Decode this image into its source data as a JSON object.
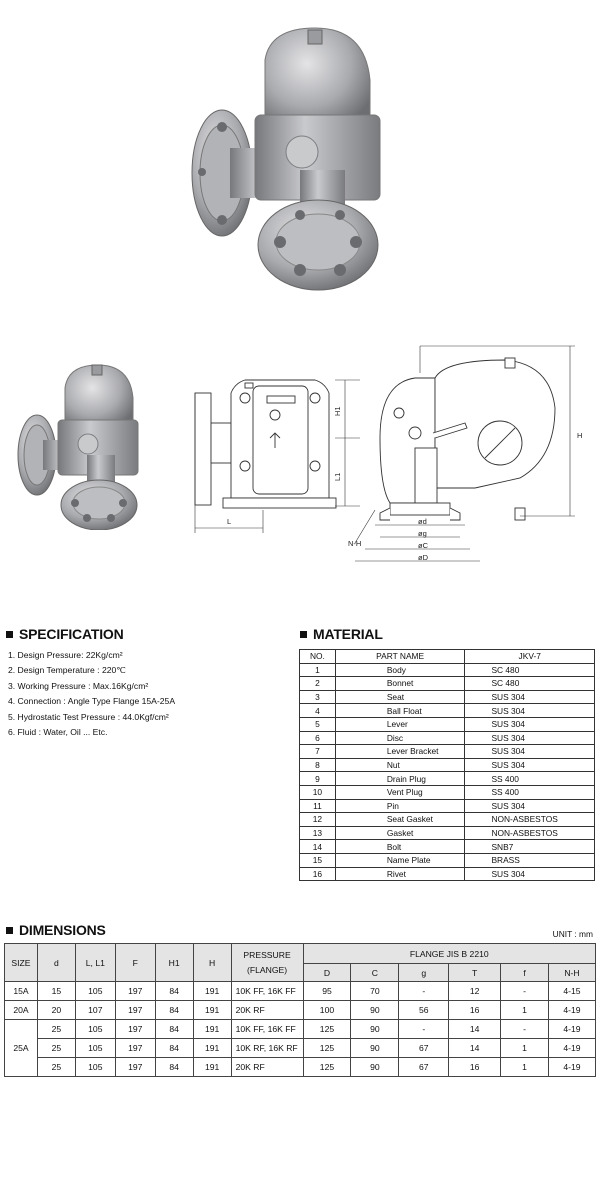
{
  "specification": {
    "title": "SPECIFICATION",
    "items": [
      "1. Design Pressure: 22Kg/cm²",
      "2. Design Temperature : 220℃",
      "3. Working Pressure : Max.16Kg/cm²",
      "4. Connection : Angle Type Flange 15A-25A",
      "5. Hydrostatic Test Pressure : 44.0Kgf/cm²",
      "6. Fluid : Water, Oil ... Etc."
    ]
  },
  "material": {
    "title": "MATERIAL",
    "headers": [
      "NO.",
      "PART NAME",
      "JKV-7"
    ],
    "rows": [
      [
        "1",
        "Body",
        "SC 480"
      ],
      [
        "2",
        "Bonnet",
        "SC 480"
      ],
      [
        "3",
        "Seat",
        "SUS 304"
      ],
      [
        "4",
        "Ball Float",
        "SUS 304"
      ],
      [
        "5",
        "Lever",
        "SUS 304"
      ],
      [
        "6",
        "Disc",
        "SUS 304"
      ],
      [
        "7",
        "Lever Bracket",
        "SUS 304"
      ],
      [
        "8",
        "Nut",
        "SUS 304"
      ],
      [
        "9",
        "Drain Plug",
        "SS 400"
      ],
      [
        "10",
        "Vent Plug",
        "SS 400"
      ],
      [
        "11",
        "Pin",
        "SUS 304"
      ],
      [
        "12",
        "Seat Gasket",
        "NON-ASBESTOS"
      ],
      [
        "13",
        "Gasket",
        "NON-ASBESTOS"
      ],
      [
        "14",
        "Bolt",
        "SNB7"
      ],
      [
        "15",
        "Name Plate",
        "BRASS"
      ],
      [
        "16",
        "Rivet",
        "SUS 304"
      ]
    ]
  },
  "dimensions": {
    "title": "DIMENSIONS",
    "unit": "UNIT : mm",
    "headers": {
      "size": "SIZE",
      "d": "d",
      "l": "L, L1",
      "f": "F",
      "h1": "H1",
      "h": "H",
      "pressure_1": "PRESSURE",
      "pressure_2": "(FLANGE)",
      "flange": "FLANGE JIS B 2210",
      "sub": [
        "D",
        "C",
        "g",
        "T",
        "f",
        "N-H"
      ]
    },
    "rows": [
      {
        "size": "15A",
        "cells": [
          "15",
          "105",
          "197",
          "84",
          "191",
          "10K FF, 16K FF",
          "95",
          "70",
          "-",
          "12",
          "-",
          "4-15"
        ]
      },
      {
        "size": "20A",
        "cells": [
          "20",
          "107",
          "197",
          "84",
          "191",
          "20K RF",
          "100",
          "90",
          "56",
          "16",
          "1",
          "4-19"
        ]
      },
      {
        "size": "25A",
        "cells": [
          "25",
          "105",
          "197",
          "84",
          "191",
          "10K FF, 16K FF",
          "125",
          "90",
          "-",
          "14",
          "-",
          "4-19"
        ]
      },
      {
        "size": "",
        "cells": [
          "25",
          "105",
          "197",
          "84",
          "191",
          "10K RF, 16K RF",
          "125",
          "90",
          "67",
          "14",
          "1",
          "4-19"
        ]
      },
      {
        "size": "",
        "cells": [
          "25",
          "105",
          "197",
          "84",
          "191",
          "20K RF",
          "125",
          "90",
          "67",
          "16",
          "1",
          "4-19"
        ]
      }
    ]
  },
  "drawing": {
    "labels": [
      "L",
      "H1",
      "L1",
      "H",
      "N-H",
      "ød",
      "øg",
      "øC",
      "øD"
    ]
  }
}
